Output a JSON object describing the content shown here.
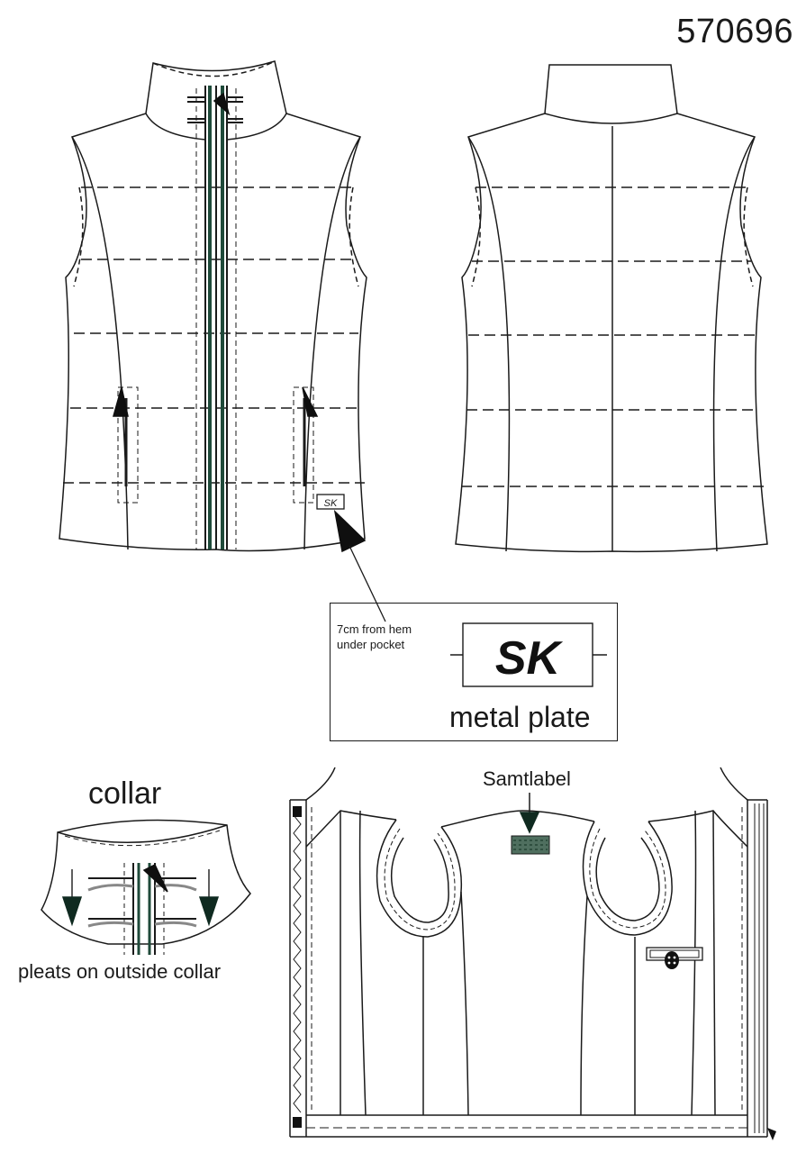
{
  "style_number": "570696",
  "callout": {
    "note_line1": "7cm from hem",
    "note_line2": "under pocket",
    "logo_text": "SK",
    "caption": "metal plate"
  },
  "front_plate_text": "SK",
  "collar": {
    "title": "collar",
    "caption": "pleats on outside collar"
  },
  "inside": {
    "label_caption": "Samtlabel"
  },
  "colors": {
    "line": "#1a1a1a",
    "zipper_green": "#1f4a3a",
    "arrow": "#0f0f0f",
    "label_fill": "#4f6f5f"
  }
}
